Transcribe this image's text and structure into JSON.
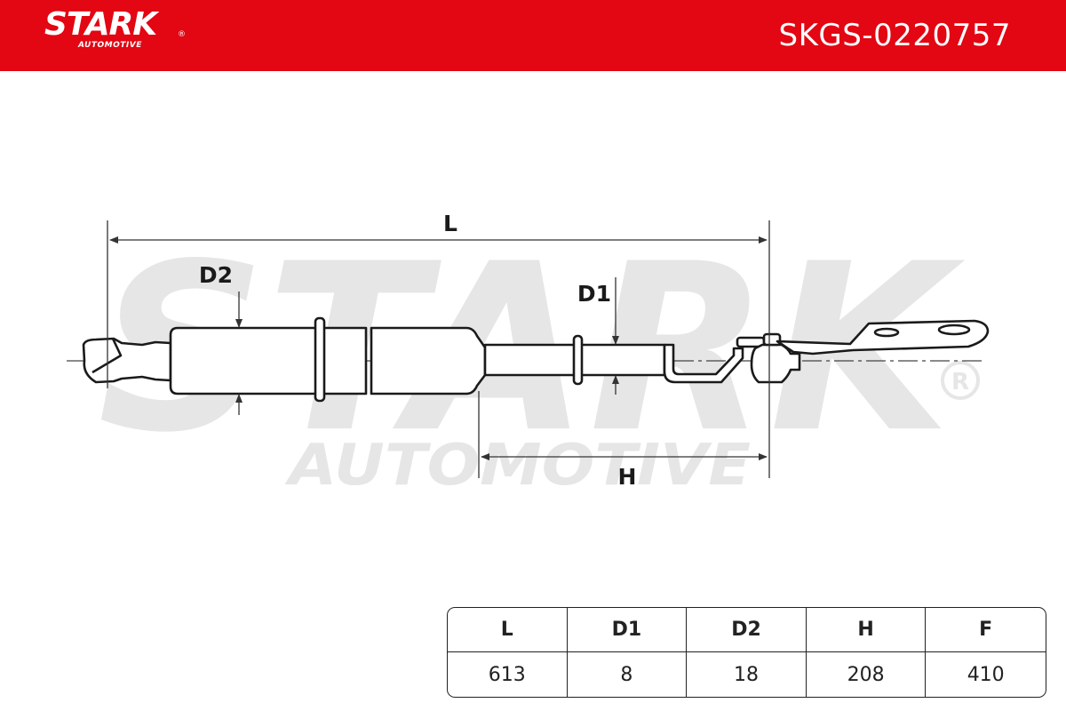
{
  "header": {
    "brand": "STARK",
    "brand_mark": "®",
    "brand_sub": "AUTOMOTIVE",
    "part_number": "SKGS-0220757",
    "background_color": "#e30613"
  },
  "watermark": {
    "brand": "STARK",
    "brand_mark": "®",
    "brand_sub": "AUTOMOTIVE",
    "color": "#e6e6e6"
  },
  "diagram": {
    "labels": {
      "L": "L",
      "D2": "D2",
      "D1": "D1",
      "H": "H"
    },
    "line_color": "#1a1a1a",
    "fill_color": "#ffffff"
  },
  "dimensions": {
    "headers": [
      "L",
      "D1",
      "D2",
      "H",
      "F"
    ],
    "values": [
      "613",
      "8",
      "18",
      "208",
      "410"
    ]
  }
}
